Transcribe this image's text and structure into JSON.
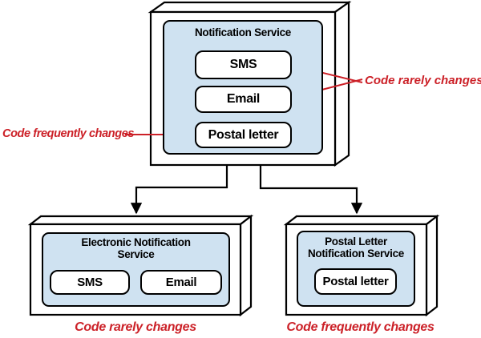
{
  "colors": {
    "panel_blue": "#cfe2f1",
    "line_black": "#000000",
    "annotation_red": "#cc2128",
    "box_white": "#ffffff"
  },
  "top_node": {
    "title": "Notification Service",
    "components": [
      {
        "label": "SMS"
      },
      {
        "label": "Email"
      },
      {
        "label": "Postal letter"
      }
    ]
  },
  "annotations": {
    "rarely": "Code rarely changes",
    "frequently": "Code frequently changes"
  },
  "bottom_left_node": {
    "title_line1": "Electronic Notification",
    "title_line2": "Service",
    "components": [
      {
        "label": "SMS"
      },
      {
        "label": "Email"
      }
    ],
    "caption": "Code rarely changes"
  },
  "bottom_right_node": {
    "title_line1": "Postal Letter",
    "title_line2": "Notification Service",
    "components": [
      {
        "label": "Postal letter"
      }
    ],
    "caption": "Code frequently changes"
  }
}
